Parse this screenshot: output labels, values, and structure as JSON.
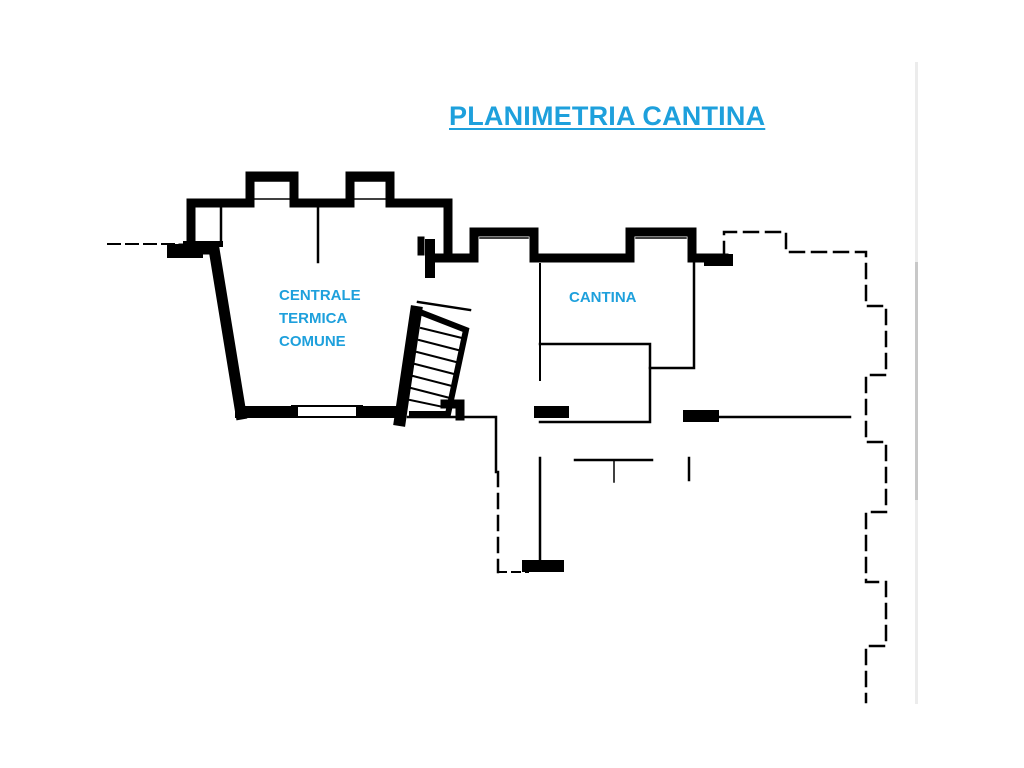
{
  "title": "PLANIMETRIA CANTINA",
  "rooms": {
    "centrale_termica": [
      "CENTRALE",
      "TERMICA",
      "COMUNE"
    ],
    "cantina": "CANTINA"
  },
  "colors": {
    "label_blue": "#1ea0dc",
    "wall": "#000000",
    "background": "#ffffff"
  }
}
